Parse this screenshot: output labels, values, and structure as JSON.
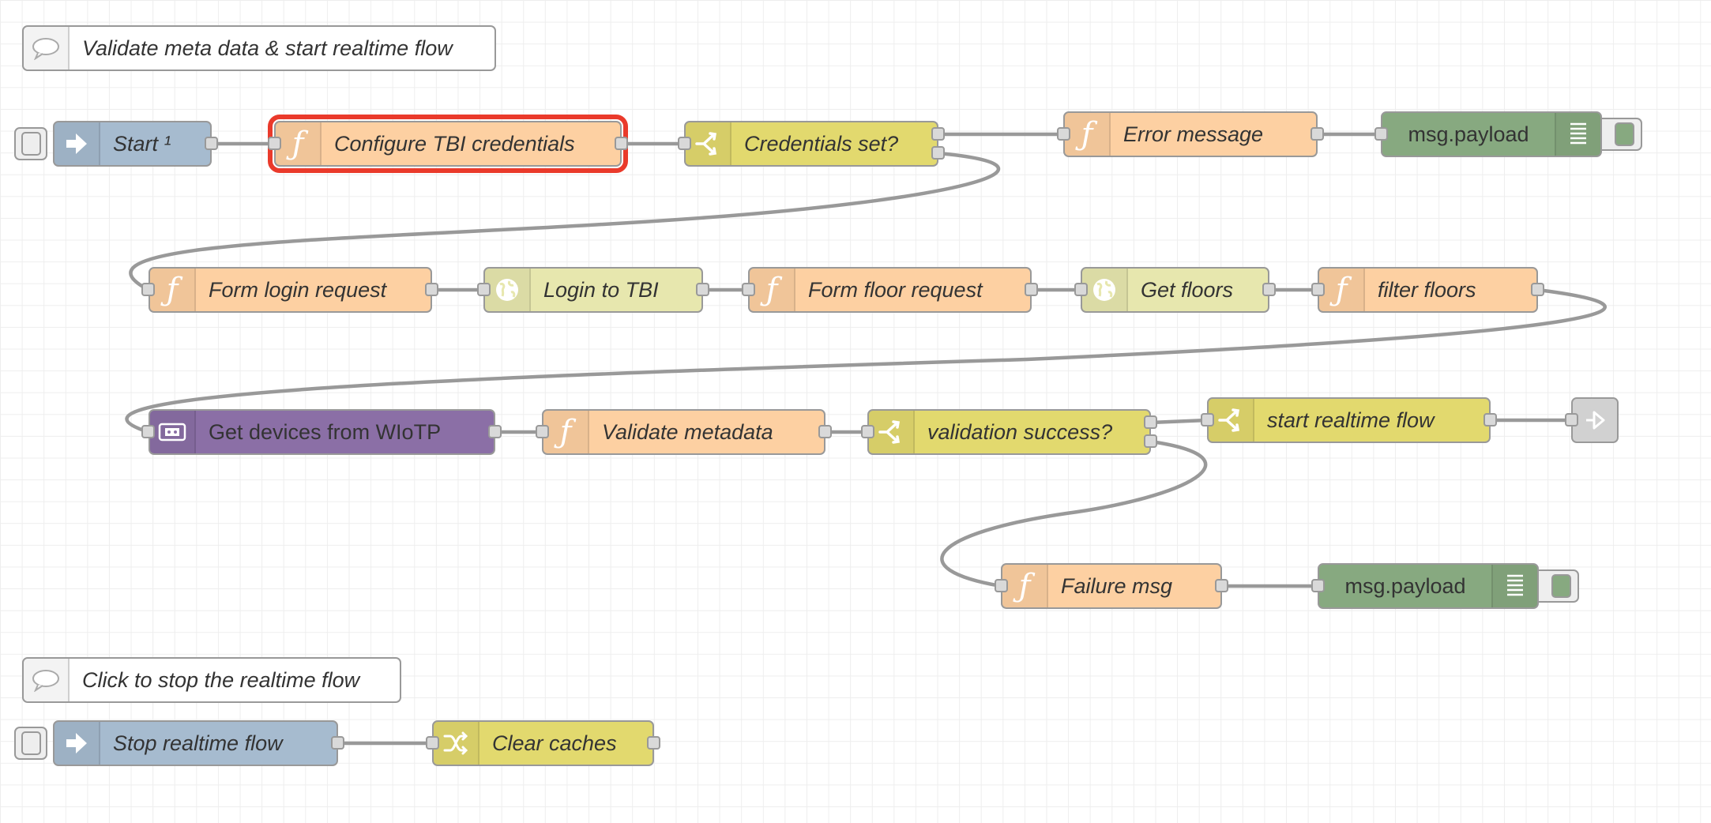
{
  "canvas": {
    "grid": true
  },
  "comments": {
    "validate": "Validate meta data & start realtime flow",
    "stop": "Click to stop the realtime flow"
  },
  "nodes": {
    "start": {
      "label": "Start ¹",
      "type": "inject"
    },
    "configure_tbi": {
      "label": "Configure TBI credentials",
      "type": "function",
      "selected": true
    },
    "credentials_set": {
      "label": "Credentials set?",
      "type": "switch"
    },
    "error_message": {
      "label": "Error message",
      "type": "function"
    },
    "debug_1": {
      "label": "msg.payload",
      "type": "debug"
    },
    "form_login": {
      "label": "Form login request",
      "type": "function"
    },
    "login_tbi": {
      "label": "Login to TBI",
      "type": "http request"
    },
    "form_floor": {
      "label": "Form floor request",
      "type": "function"
    },
    "get_floors": {
      "label": "Get floors",
      "type": "http request"
    },
    "filter_floors": {
      "label": "filter floors",
      "type": "function"
    },
    "get_devices": {
      "label": "Get devices from WIoTP",
      "type": "wiotp"
    },
    "validate_metadata": {
      "label": "Validate metadata",
      "type": "function"
    },
    "validation_success": {
      "label": "validation success?",
      "type": "switch"
    },
    "start_realtime": {
      "label": "start realtime flow",
      "type": "switch"
    },
    "link_out": {
      "label": "",
      "type": "link out"
    },
    "failure_msg": {
      "label": "Failure msg",
      "type": "function"
    },
    "debug_2": {
      "label": "msg.payload",
      "type": "debug"
    },
    "stop_realtime": {
      "label": "Stop realtime flow",
      "type": "inject"
    },
    "clear_caches": {
      "label": "Clear caches",
      "type": "change"
    }
  },
  "colors": {
    "function": "#fdd0a2",
    "inject": "#a6bbcf",
    "switch": "#e2d96e",
    "debug": "#87a980",
    "http_request": "#e7e7ae",
    "wiotp": "#8b6fa6",
    "selection": "#ea3a2b",
    "wire": "#999999"
  }
}
